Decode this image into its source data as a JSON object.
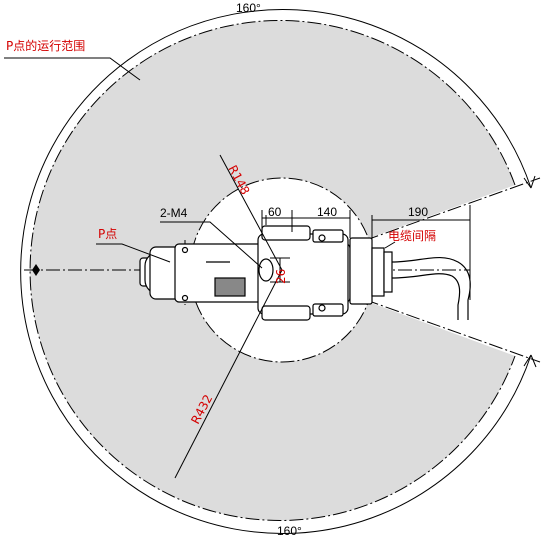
{
  "labels": {
    "angle_top": "160°",
    "angle_bottom": "160°",
    "range_label": "P点的运行范围",
    "p_point": "P点",
    "holes": "2-M4",
    "dim_60": "60",
    "dim_140": "140",
    "dim_190": "190",
    "cable_clearance": "电缆间隔",
    "r_outer": "R432",
    "r_inner": "R148",
    "dim_26": "26"
  },
  "colors": {
    "range_fill": "#dcdcdc",
    "line": "#000000",
    "annotation": "#d40000"
  }
}
